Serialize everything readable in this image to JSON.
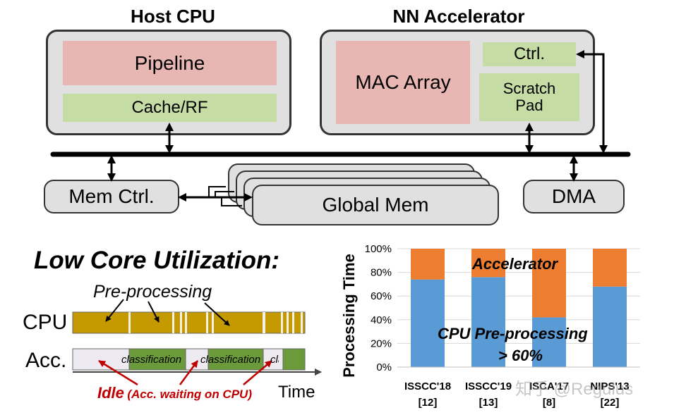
{
  "host_cpu": {
    "title": "Host CPU",
    "pipeline": "Pipeline",
    "cache": "Cache/RF"
  },
  "accelerator": {
    "title": "NN Accelerator",
    "mac": "MAC Array",
    "ctrl": "Ctrl.",
    "scratch_line1": "Scratch",
    "scratch_line2": "Pad"
  },
  "memory": {
    "mem_ctrl": "Mem Ctrl.",
    "global_mem": "Global Mem",
    "dma": "DMA"
  },
  "utilization": {
    "title": "Low Core Utilization:",
    "preprocessing": "Pre-processing",
    "cpu": "CPU",
    "acc": "Acc.",
    "classification_1": "classification",
    "classification_2": "classification",
    "classification_3": "classification",
    "idle": "Idle",
    "idle_note": "(Acc. waiting on CPU)",
    "time": "Time"
  },
  "watermark": "知乎 @Regulus",
  "colors": {
    "cpu_bar": "#c49a00",
    "acc_bar": "#6a9a3a",
    "idle_bar": "#eeeaf2",
    "accel_series": "#ed7d31",
    "cpu_series": "#5b9bd5",
    "annotation_red": "#c00000"
  },
  "chart_data": {
    "type": "bar",
    "stacked": true,
    "ylabel": "Processing Time",
    "yticks": [
      "0%",
      "20%",
      "40%",
      "60%",
      "80%",
      "100%"
    ],
    "ylim": [
      0,
      100
    ],
    "categories": [
      "ISSCC'18",
      "ISSCC'19",
      "ISCA'17",
      "NIPS'13"
    ],
    "refs": [
      "[12]",
      "[13]",
      "[8]",
      "[22]"
    ],
    "series": [
      {
        "name": "CPU Pre-processing",
        "values": [
          74,
          76,
          42,
          68
        ]
      },
      {
        "name": "Accelerator",
        "values": [
          26,
          24,
          58,
          32
        ]
      }
    ],
    "annotations": [
      "Accelerator",
      "CPU Pre-processing",
      "> 60%"
    ],
    "grid": true
  }
}
